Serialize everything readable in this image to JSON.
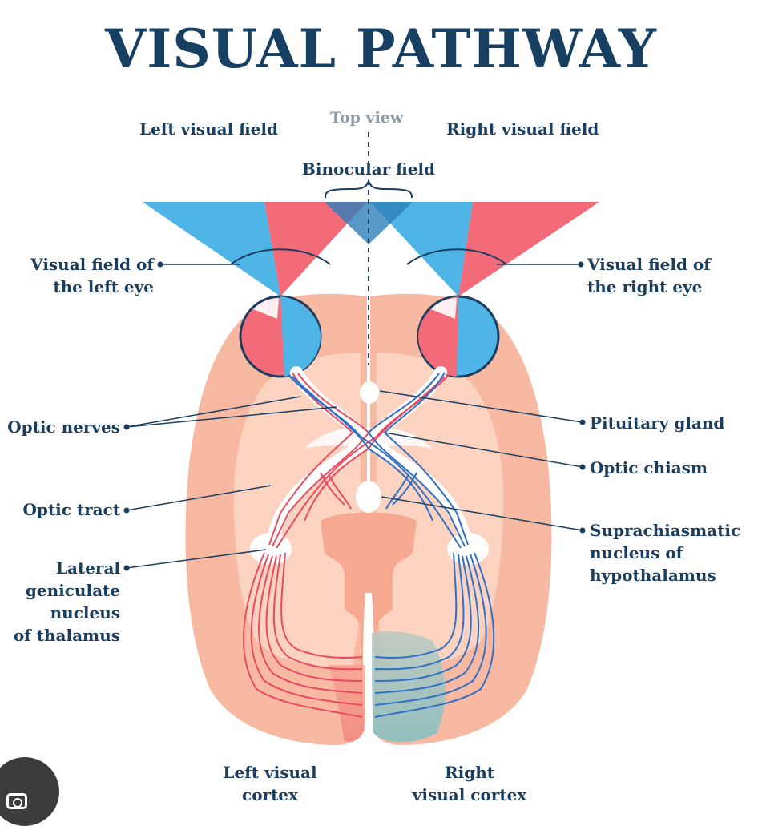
{
  "title": "VISUAL PATHWAY",
  "labels": {
    "left_visual_field": "Left visual field",
    "right_visual_field": "Right visual field",
    "top_view": "Top view",
    "binocular_field": "Binocular field",
    "visual_field_left_eye": [
      "Visual field of",
      "the left eye"
    ],
    "visual_field_right_eye": [
      "Visual field of",
      "the right eye"
    ],
    "optic_nerves": "Optic nerves",
    "pituitary_gland": "Pituitary gland",
    "optic_chiasm": "Optic chiasm",
    "optic_tract": "Optic tract",
    "suprachiasmatic": [
      "Suprachiasmatic",
      "nucleus of",
      "hypothalamus"
    ],
    "lateral_geniculate": [
      "Lateral",
      "geniculate",
      "nucleus",
      "of thalamus"
    ],
    "left_visual_cortex": [
      "Left visual",
      "cortex"
    ],
    "right_visual_cortex": [
      "Right",
      "visual cortex"
    ]
  },
  "colors": {
    "title": "#163f62",
    "label": "#1b3e5f",
    "blue_field": "#4fb4e6",
    "red_field": "#f36a78",
    "brain": "#f8b9a3",
    "brain_inner": "#fcd8c8",
    "nerve_red": "#ea4a5f",
    "nerve_blue": "#2f6fc4"
  },
  "icons": [
    "camera-icon"
  ]
}
